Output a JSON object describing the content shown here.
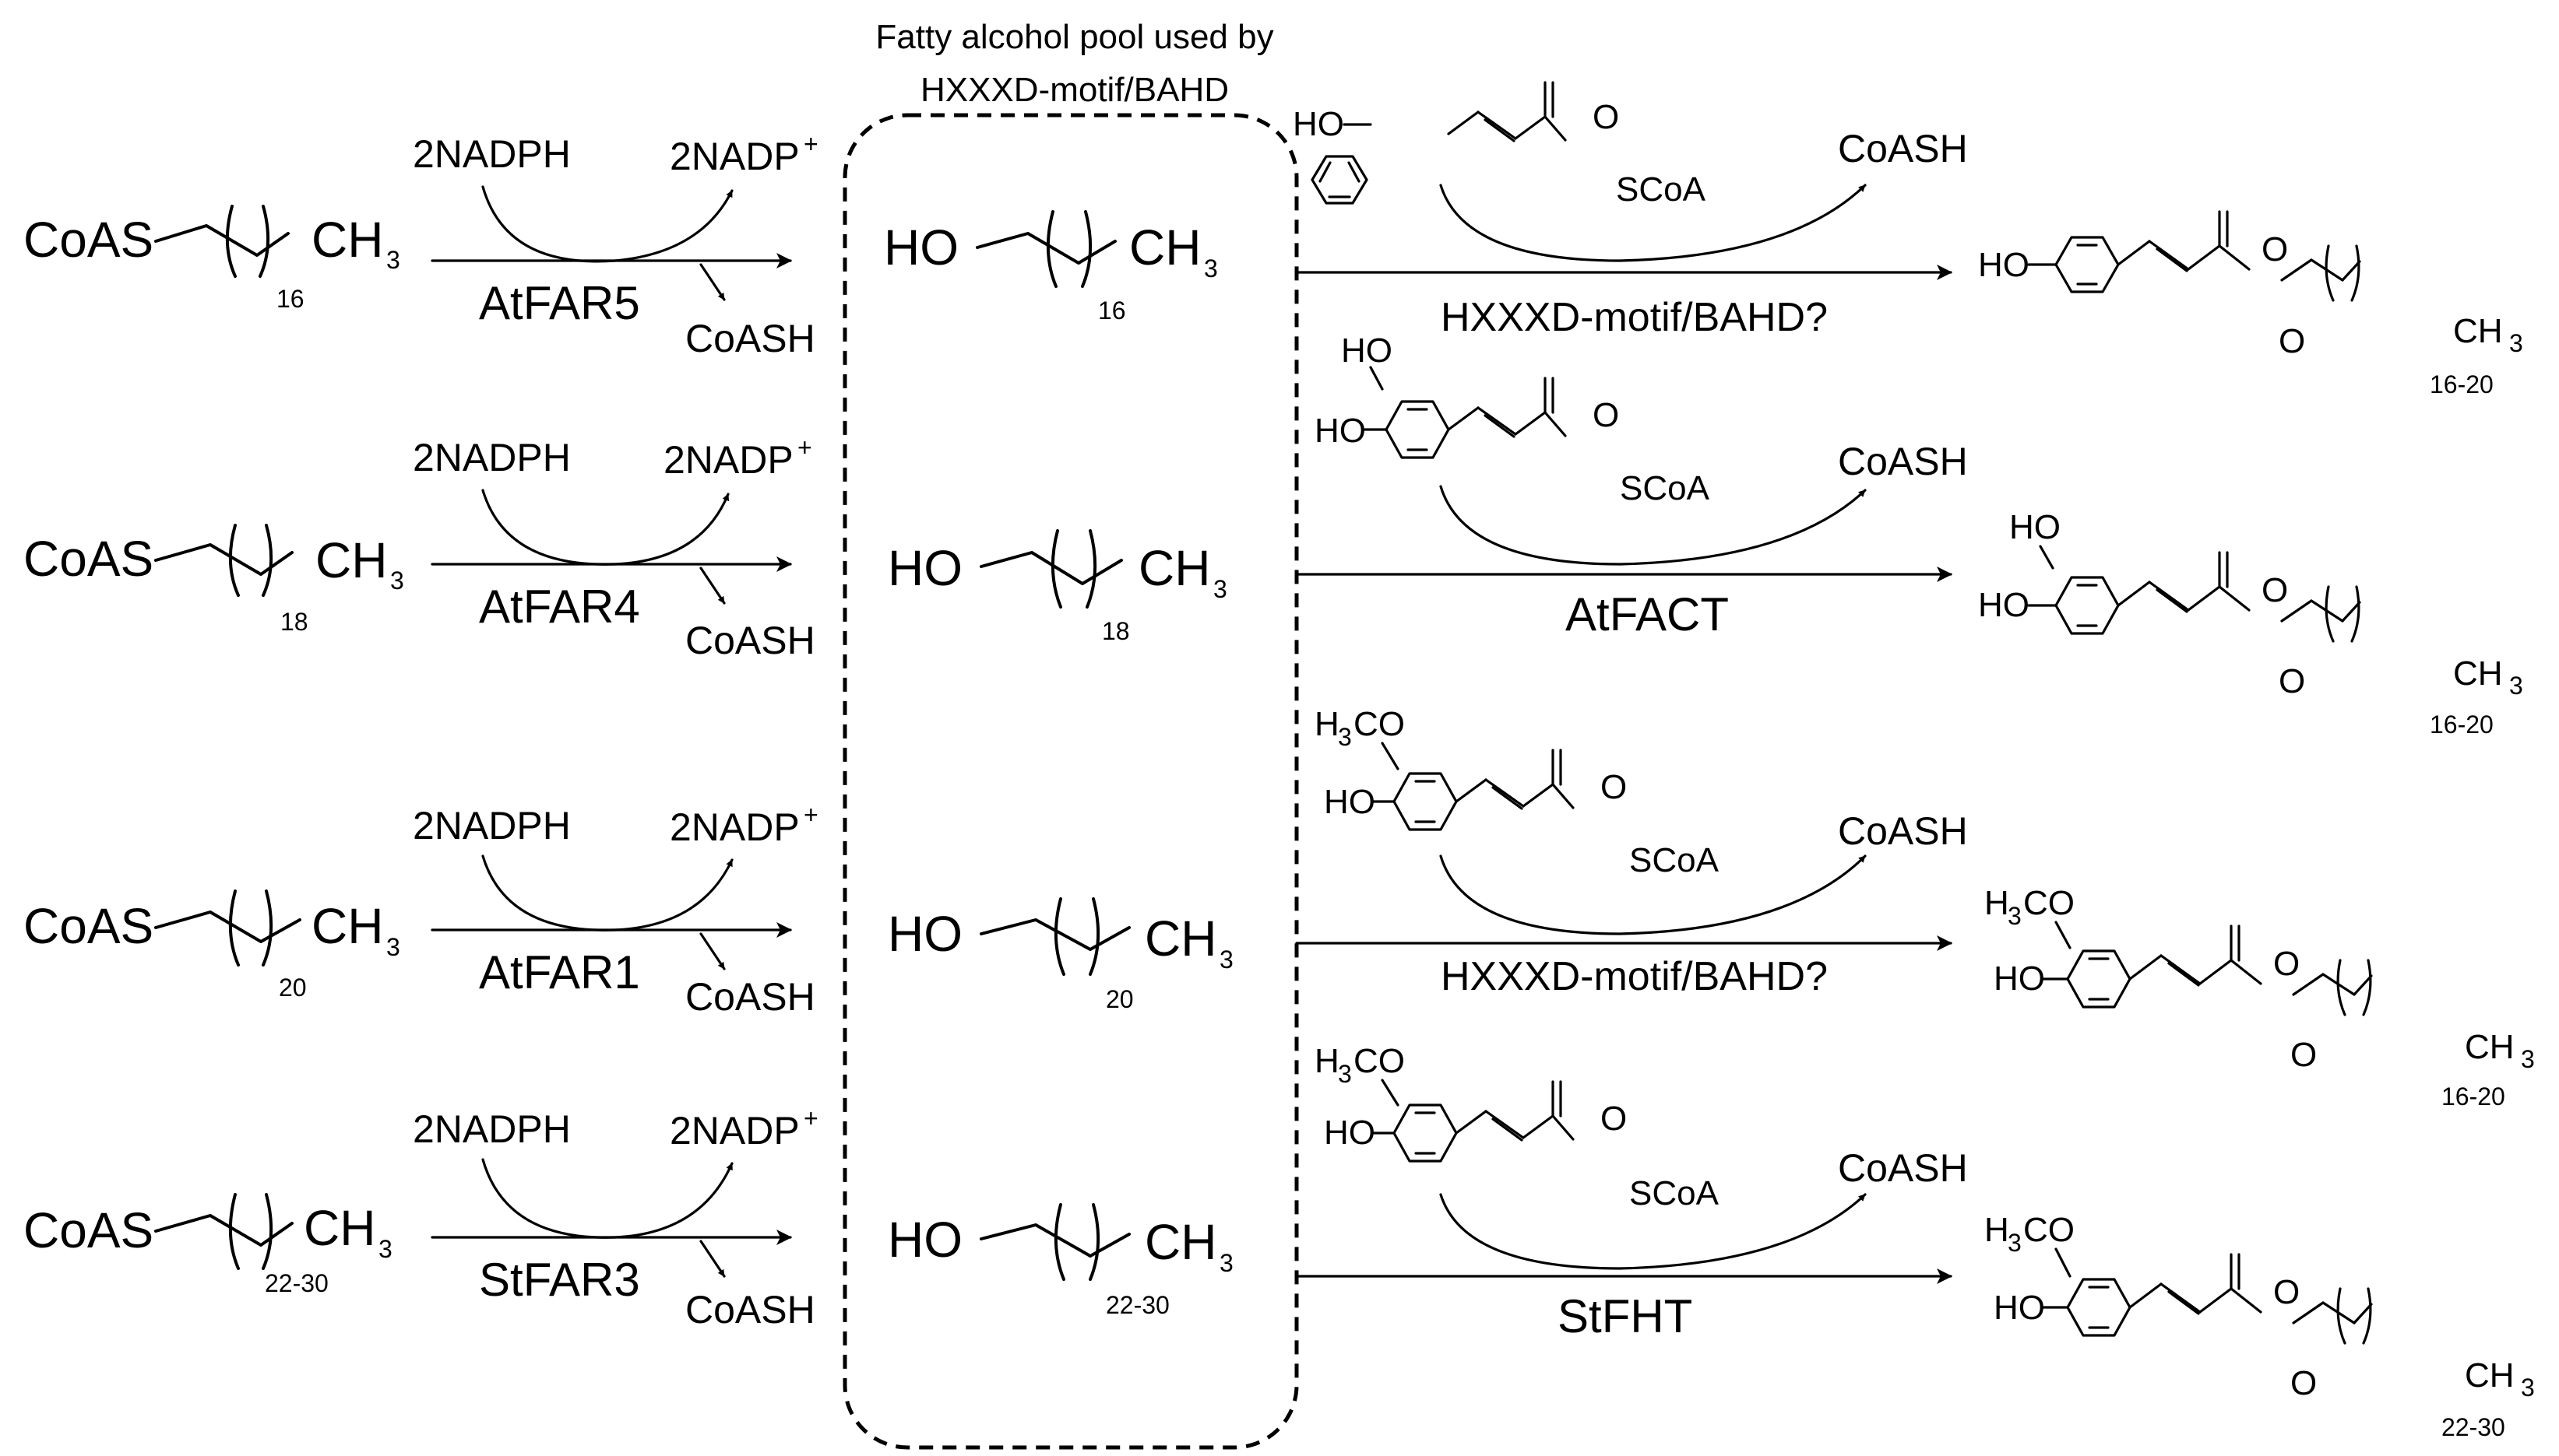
{
  "pool": {
    "title_line1": "Fatty alcohol pool used by",
    "title_line2": "HXXXD-motif/BAHD"
  },
  "common": {
    "coas_prefix": "CoAS",
    "ch3": "CH",
    "ch3_sub": "3",
    "ho_prefix": "HO",
    "nadph": "2NADPH",
    "nadp": "2NADP",
    "nadp_sup": "+",
    "coash": "CoASH",
    "scoa": "SCoA",
    "ho": "HO",
    "h3co_h": "H",
    "h3co_sub": "3",
    "h3co_co": "CO",
    "o": "O"
  },
  "rows": [
    {
      "substrate_chain": "16",
      "far_enzyme": "AtFAR5",
      "alcohol_chain": "16",
      "acyl_donor": "p-coumaroyl-CoA",
      "ester_enzyme": "HXXXD-motif/BAHD?",
      "product_chain": "16-20"
    },
    {
      "substrate_chain": "18",
      "far_enzyme": "AtFAR4",
      "alcohol_chain": "18",
      "acyl_donor": "caffeoyl-CoA",
      "ester_enzyme": "AtFACT",
      "product_chain": "16-20"
    },
    {
      "substrate_chain": "20",
      "far_enzyme": "AtFAR1",
      "alcohol_chain": "20",
      "acyl_donor": "feruloyl-CoA",
      "ester_enzyme": "HXXXD-motif/BAHD?",
      "product_chain": "16-20"
    },
    {
      "substrate_chain": "22-30",
      "far_enzyme": "StFAR3",
      "alcohol_chain": "22-30",
      "acyl_donor": "feruloyl-CoA",
      "ester_enzyme": "StFHT",
      "product_chain": "22-30"
    }
  ]
}
